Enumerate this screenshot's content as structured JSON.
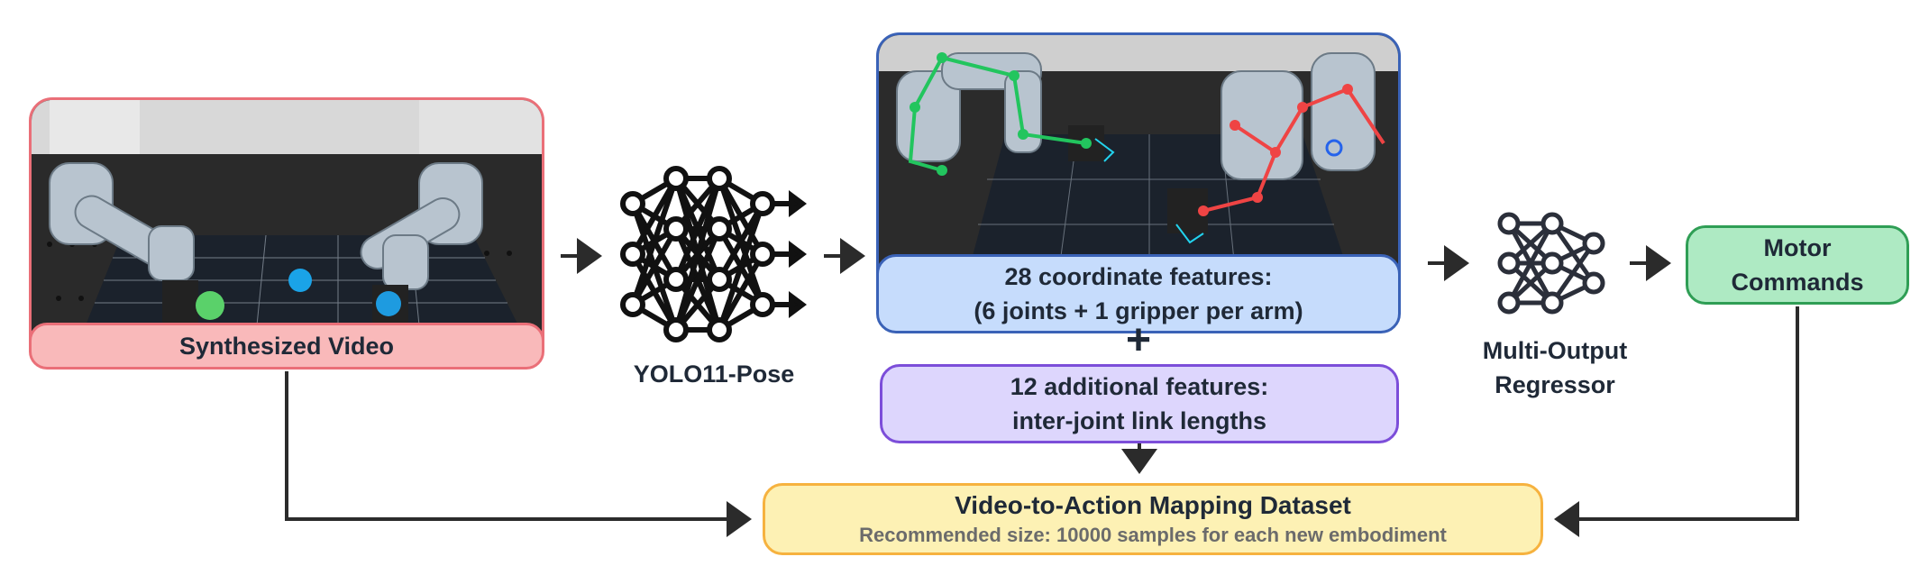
{
  "nodes": {
    "synth_video": {
      "label": "Synthesized Video",
      "fill": "#f9b9ba",
      "stroke": "#ea6f78"
    },
    "yolo": {
      "label": "YOLO11-Pose"
    },
    "coord_features": {
      "line1": "28 coordinate features:",
      "line2": "(6 joints + 1 gripper per arm)",
      "fill": "#c6dcfc",
      "stroke": "#3a62b7"
    },
    "additional_features": {
      "line1": "12 additional features:",
      "line2": "inter-joint link lengths",
      "fill": "#ddd6fd",
      "stroke": "#7c4ed9"
    },
    "regressor": {
      "line1": "Multi-Output",
      "line2": "Regressor"
    },
    "motor": {
      "line1": "Motor",
      "line2": "Commands",
      "fill": "#aeeac3",
      "stroke": "#2f9e55"
    },
    "dataset": {
      "title": "Video-to-Action Mapping Dataset",
      "subtitle": "Recommended size: 10000 samples for each new embodiment",
      "fill": "#fdf1b4",
      "stroke": "#f6b23f"
    }
  },
  "plus_symbol": "+",
  "icons": {
    "neural_network_large": "neural-network-icon",
    "neural_network_small": "neural-network-icon"
  },
  "colors": {
    "arrow": "#2b2b2b",
    "pose_left": "#22c55e",
    "pose_right": "#ef4444"
  }
}
